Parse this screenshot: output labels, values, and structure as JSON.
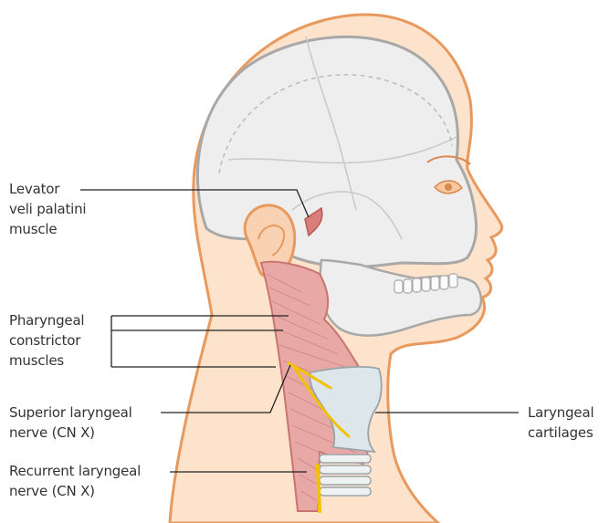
{
  "labels": {
    "levator": [
      "Levator",
      "veli palatini",
      "muscle"
    ],
    "pharyngeal": [
      "Pharyngeal",
      "constrictor",
      "muscles"
    ],
    "superior": [
      "Superior laryngeal",
      "nerve (CN X)"
    ],
    "recurrent": [
      "Recurrent laryngeal",
      "nerve (CN X)"
    ],
    "laryngeal_cartilages": [
      "Laryngeal",
      "cartilages"
    ]
  },
  "colors": {
    "skin": "#fde2cc",
    "skin_outline": "#e8995e",
    "bone": "#efefef",
    "bone_outline": "#a8a8a8",
    "muscle": "#e8a9a6",
    "muscle_dark": "#c9746f",
    "nerve": "#f2c200",
    "cartilage": "#dde6ea",
    "leader_line": "#222222"
  }
}
